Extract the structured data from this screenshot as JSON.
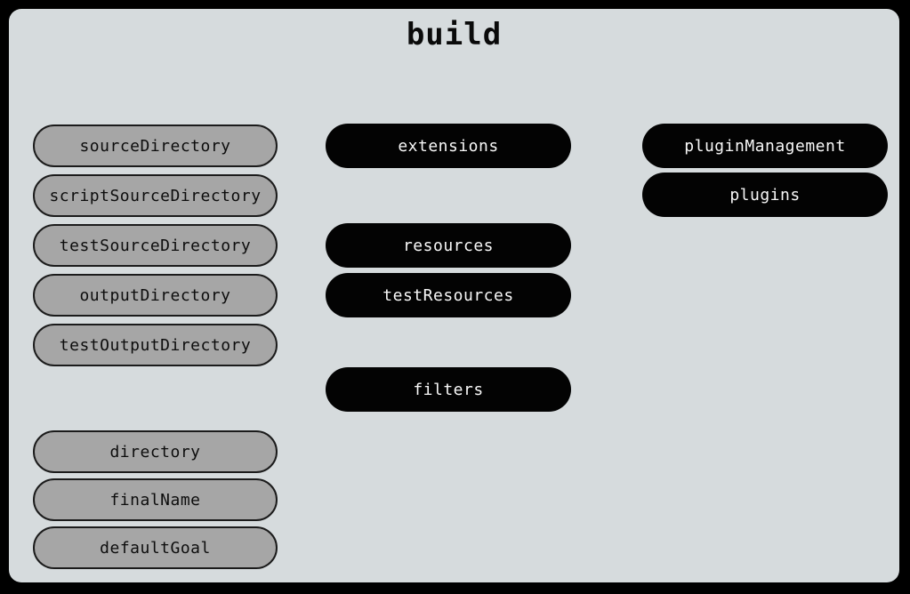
{
  "title": "build",
  "colors": {
    "frame": "#000000",
    "panel_bg": "#d6dbdd",
    "gray_pill_bg": "#a6a6a6",
    "gray_pill_border": "#1b1b1b",
    "gray_pill_text": "#0d0d0d",
    "black_pill_bg": "#030303",
    "black_pill_text": "#f8f8f8"
  },
  "nodes": {
    "left_top": [
      "sourceDirectory",
      "scriptSourceDirectory",
      "testSourceDirectory",
      "outputDirectory",
      "testOutputDirectory"
    ],
    "left_bottom": [
      "directory",
      "finalName",
      "defaultGoal"
    ],
    "middle": [
      "extensions",
      "resources",
      "testResources",
      "filters"
    ],
    "right": [
      "pluginManagement",
      "plugins"
    ]
  }
}
